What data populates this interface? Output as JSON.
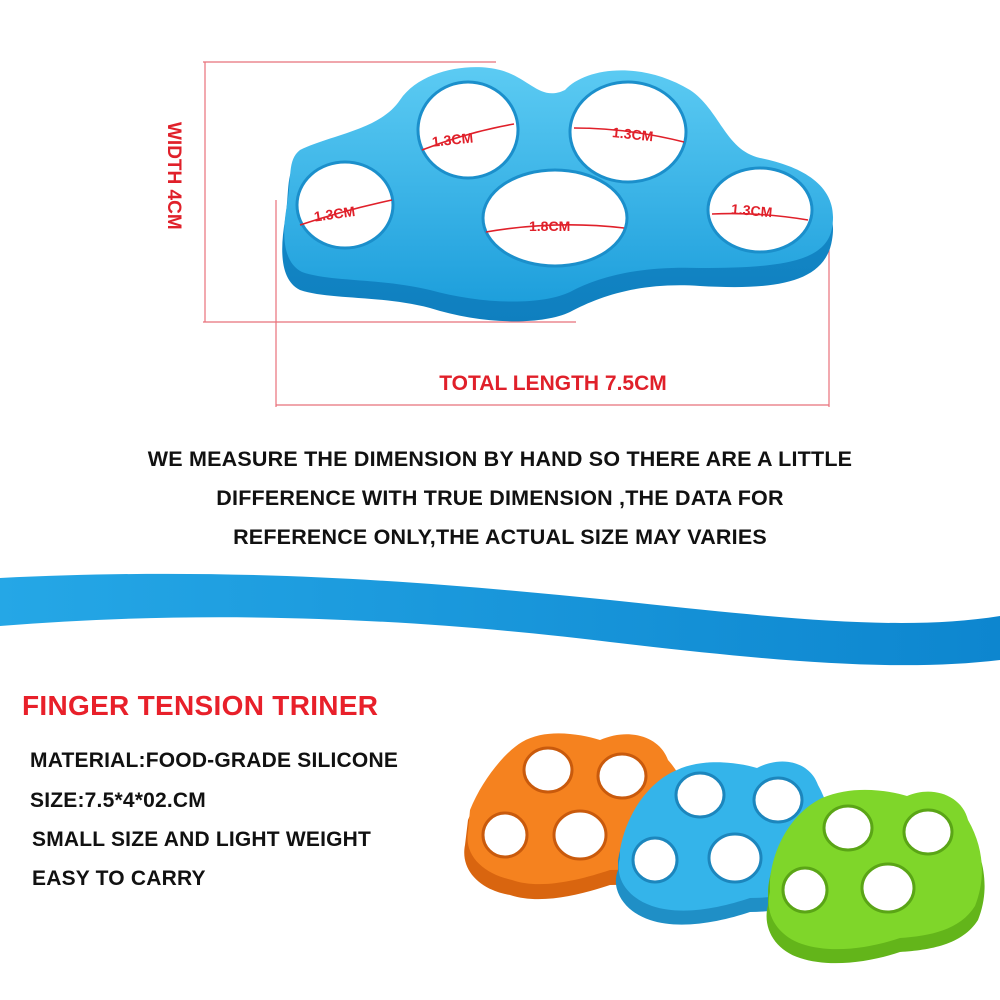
{
  "dimensions": {
    "width_label": "WIDTH 4CM",
    "length_label": "TOTAL LENGTH 7.5CM",
    "rings": [
      {
        "name": "ring-1",
        "label": "1.3CM"
      },
      {
        "name": "ring-2",
        "label": "1.3CM"
      },
      {
        "name": "ring-3",
        "label": "1.3CM"
      },
      {
        "name": "ring-4",
        "label": "1.8CM"
      },
      {
        "name": "ring-5",
        "label": "1.3CM"
      }
    ]
  },
  "note": {
    "lines": [
      "WE MEASURE THE DIMENSION BY HAND SO THERE ARE A LITTLE",
      "DIFFERENCE WITH TRUE DIMENSION ,THE DATA FOR",
      "REFERENCE  ONLY,THE ACTUAL SIZE MAY VARIES"
    ]
  },
  "product": {
    "heading": "FINGER TENSION TRINER",
    "specs": [
      "MATERIAL:FOOD-GRADE SILICONE",
      "SIZE:7.5*4*02.CM",
      "SMALL SIZE AND LIGHT WEIGHT",
      "EASY TO CARRY"
    ]
  },
  "colors": {
    "trainer_blue": "#34b4ea",
    "trainer_orange": "#f5821f",
    "trainer_green": "#7fd62a",
    "dimension_red": "#e0202a",
    "wave_blue": "#1a9ee2"
  }
}
